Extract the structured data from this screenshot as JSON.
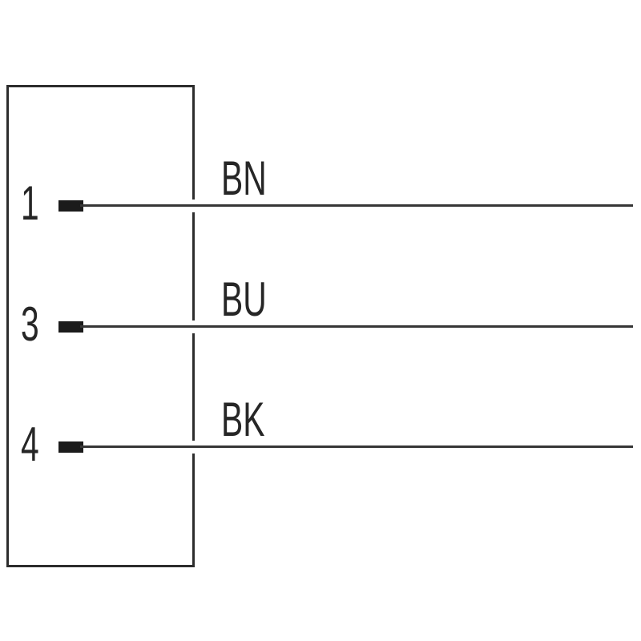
{
  "page": {
    "background_color": "#ffffff",
    "line_color": "#2d2d2d",
    "terminal_color": "#1b1b1b",
    "text_color": "#262626"
  },
  "diagram": {
    "type": "connector-wiring-pinout",
    "connector": {
      "shape": "rectangle"
    },
    "pins": [
      {
        "number": "1",
        "wire_label": "BN"
      },
      {
        "number": "3",
        "wire_label": "BU"
      },
      {
        "number": "4",
        "wire_label": "BK"
      }
    ]
  }
}
